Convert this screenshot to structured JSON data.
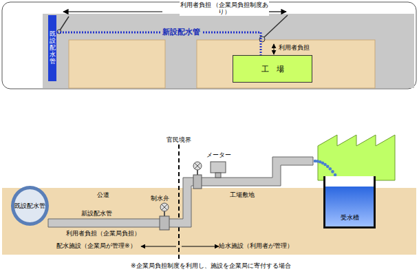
{
  "diagram": {
    "nodes": [
      {
        "text": [
          "既設配水管"
        ]
      },
      {
        "text": [
          "工　場"
        ]
      },
      {
        "text": [
          "既設配水管"
        ]
      },
      {
        "text": [
          "受水槽"
        ]
      }
    ],
    "edges": [
      {
        "from": 0,
        "to": 1,
        "arrow": "none",
        "label": "新設配水管"
      }
    ],
    "labels": [
      "利用者負担 （企業局負担制度あり）",
      "利用者負担",
      "官民境界",
      "メーター",
      "公道",
      "制水弁",
      "新設配水管",
      "利用者負担（企業局負担）",
      "工場敷地",
      "配水施設（企業局が管理※）",
      "給水施設（利用者が管理）",
      "※企業局負担制度を利用し、施設を企業局に寄付する場合"
    ]
  }
}
